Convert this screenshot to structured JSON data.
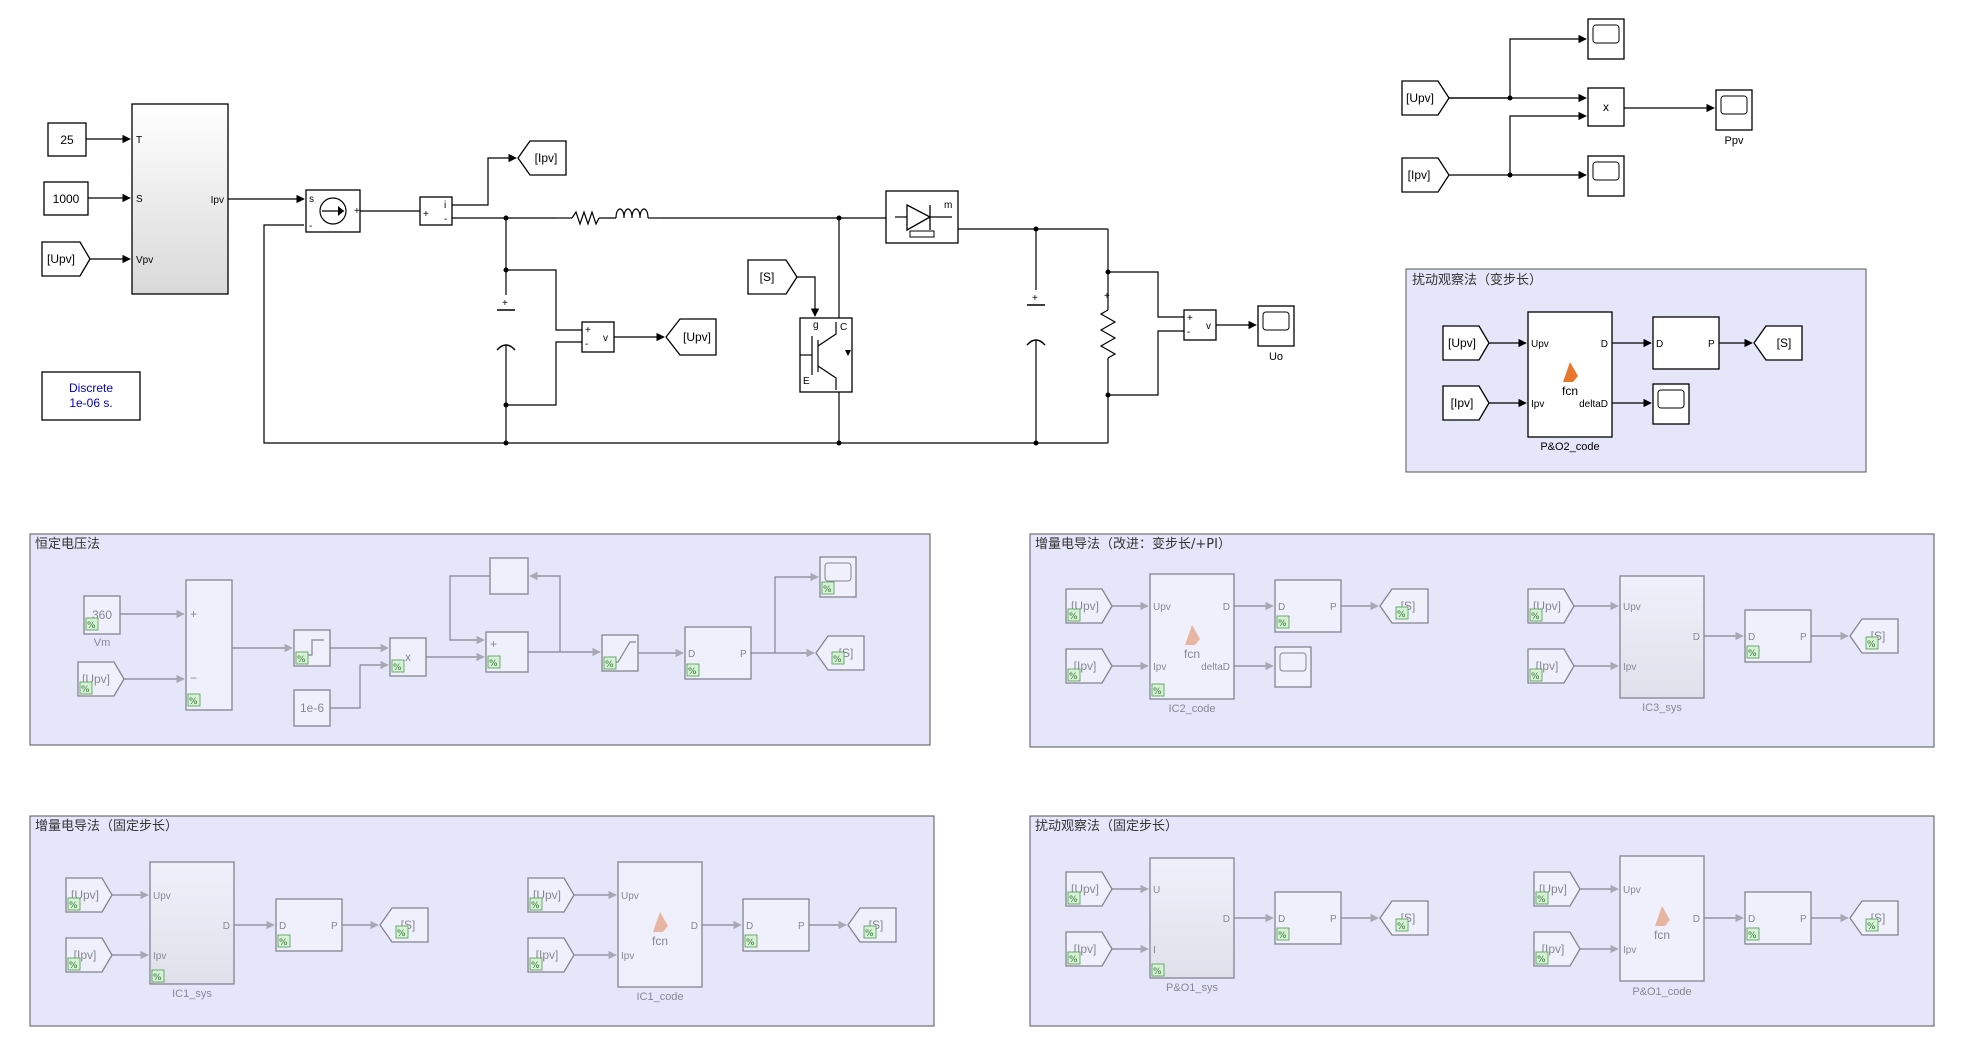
{
  "circuit": {
    "const_temp": "25",
    "const_irr": "1000",
    "goto_upv_in": "[Upv]",
    "pv_ports": {
      "t": "T",
      "s": "S",
      "v": "Vpv",
      "i": "Ipv"
    },
    "goto_ipv": "[Ipv]",
    "goto_upv": "[Upv]",
    "tag_s": "[S]",
    "powergui": "Discrete\n1e-06 s.",
    "powergui_line1": "Discrete",
    "powergui_line2": "1e-06 s.",
    "scope_uo": "Uo",
    "diode_m": "m",
    "volt_v": "v",
    "curr_i": "i"
  },
  "power_display": {
    "from_upv": "[Upv]",
    "from_ipv": "[Ipv]",
    "mult": "x",
    "scope_label": "Ppv"
  },
  "areas": {
    "po2": {
      "title": "扰动观察法（变步长）",
      "from_upv": "[Upv]",
      "from_ipv": "[Ipv]",
      "fcn_in1": "Upv",
      "fcn_in2": "Ipv",
      "fcn_out1": "D",
      "fcn_out2": "deltaD",
      "fcn_label": "fcn",
      "block_name": "P&O2_code",
      "d_port": "D",
      "p_port": "P",
      "goto_s": "[S]"
    },
    "cv": {
      "title": "恒定电压法",
      "const_val": "360",
      "const_name": "Vm",
      "from_upv": "[Upv]",
      "const_small": "1e-6",
      "mult": "x",
      "sum_plus": "+",
      "sum_minus": "−",
      "d_port": "D",
      "p_port": "P",
      "goto_s": "[S]"
    },
    "ic2": {
      "title": "增量电导法（改进：变步长/+PI）",
      "from_upv": "[Upv]",
      "from_ipv": "[Ipv]",
      "fcn_label": "fcn",
      "b1_name": "IC2_code",
      "b2_name": "IC3_sys",
      "upv": "Upv",
      "ipv": "Ipv",
      "d": "D",
      "deltad": "deltaD",
      "p": "P",
      "goto_s": "[S]"
    },
    "ic1": {
      "title": "增量电导法（固定步长）",
      "from_upv": "[Upv]",
      "from_ipv": "[Ipv]",
      "fcn_label": "fcn",
      "b1_name": "IC1_sys",
      "b2_name": "IC1_code",
      "upv": "Upv",
      "ipv": "Ipv",
      "d": "D",
      "p": "P",
      "goto_s": "[S]"
    },
    "po1": {
      "title": "扰动观察法（固定步长）",
      "from_upv": "[Upv]",
      "from_ipv": "[Ipv]",
      "fcn_label": "fcn",
      "b1_name": "P&O1_sys",
      "b2_name": "P&O1_code",
      "u": "U",
      "i": "I",
      "upv": "Upv",
      "ipv": "Ipv",
      "d": "D",
      "p": "P",
      "goto_s": "[S]"
    }
  },
  "colors": {
    "area_fill": "#e6e6fa",
    "green_badge": "#4a9a4a",
    "powergui_text": "#0000cc",
    "mfunc_orange": "#e8762c"
  }
}
